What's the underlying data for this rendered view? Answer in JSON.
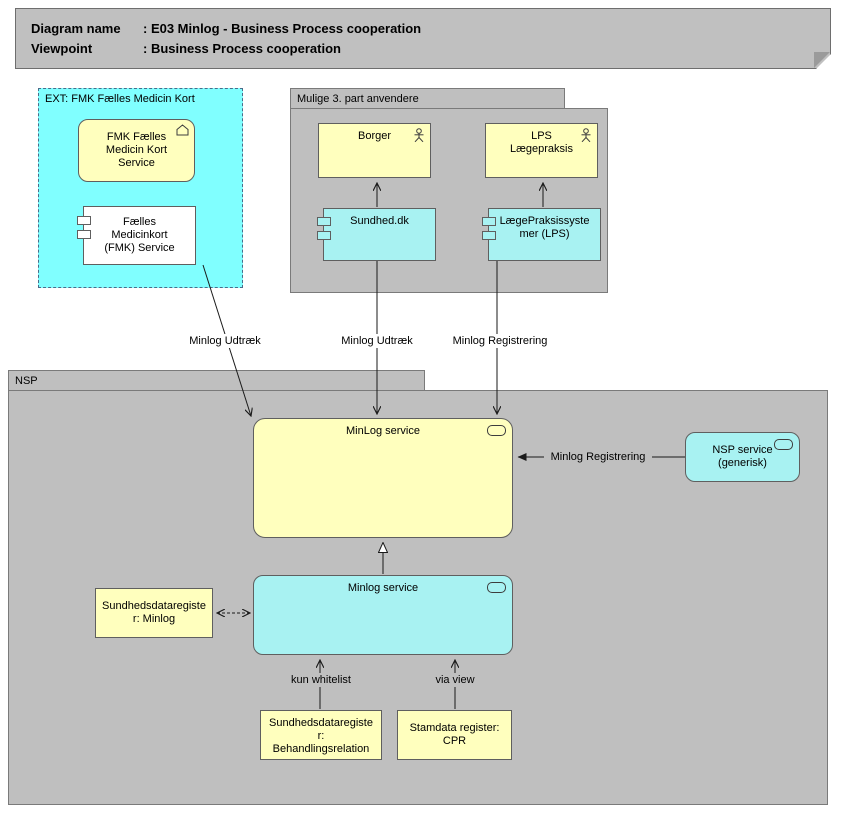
{
  "title": {
    "rows": [
      {
        "label": "Diagram name",
        "value": ": E03 Minlog - Business Process cooperation"
      },
      {
        "label": "Viewpoint",
        "value": ": Business Process cooperation"
      }
    ]
  },
  "groups": {
    "ext": {
      "label": "EXT: FMK Fælles Medicin Kort"
    },
    "mulige": {
      "label": "Mulige 3. part anvendere"
    },
    "nsp": {
      "label": "NSP"
    }
  },
  "nodes": {
    "fmk_service": {
      "label": "FMK Fælles\nMedicin Kort\nService"
    },
    "fmk_component": {
      "label": "Fælles\nMedicinkort\n(FMK) Service"
    },
    "borger": {
      "label": "Borger"
    },
    "lps": {
      "label": "LPS\nLægepraksis"
    },
    "sundhed_dk": {
      "label": "Sundhed.dk"
    },
    "lps_system": {
      "label": "LægePraksissyste\nmer (LPS)"
    },
    "minlog_service": {
      "label": "MinLog service"
    },
    "nsp_service": {
      "label": "NSP service\n(generisk)"
    },
    "minlog_service_impl": {
      "label": "Minlog service"
    },
    "reg_minlog": {
      "label": "Sundhedsdataregiste\nr: Minlog"
    },
    "reg_behandling": {
      "label": "Sundhedsdataregiste\nr:\nBehandlingsrelation"
    },
    "stamdata_cpr": {
      "label": "Stamdata register:\nCPR"
    }
  },
  "edge_labels": {
    "udtraek_fmk": "Minlog Udtræk",
    "udtraek_sundhed": "Minlog Udtræk",
    "registrering_lps": "Minlog Registrering",
    "registrering_nsp": "Minlog Registrering",
    "kun_whitelist": "kun whitelist",
    "via_view": "via view"
  },
  "colors": {
    "group_gray": "#BFBFBF",
    "ext_cyan": "#80FFFF",
    "node_yellow": "#FFFFBE",
    "node_cyan": "#A8F2F2",
    "title_gray": "#C0C0C0",
    "border": "#5F5F5F"
  }
}
